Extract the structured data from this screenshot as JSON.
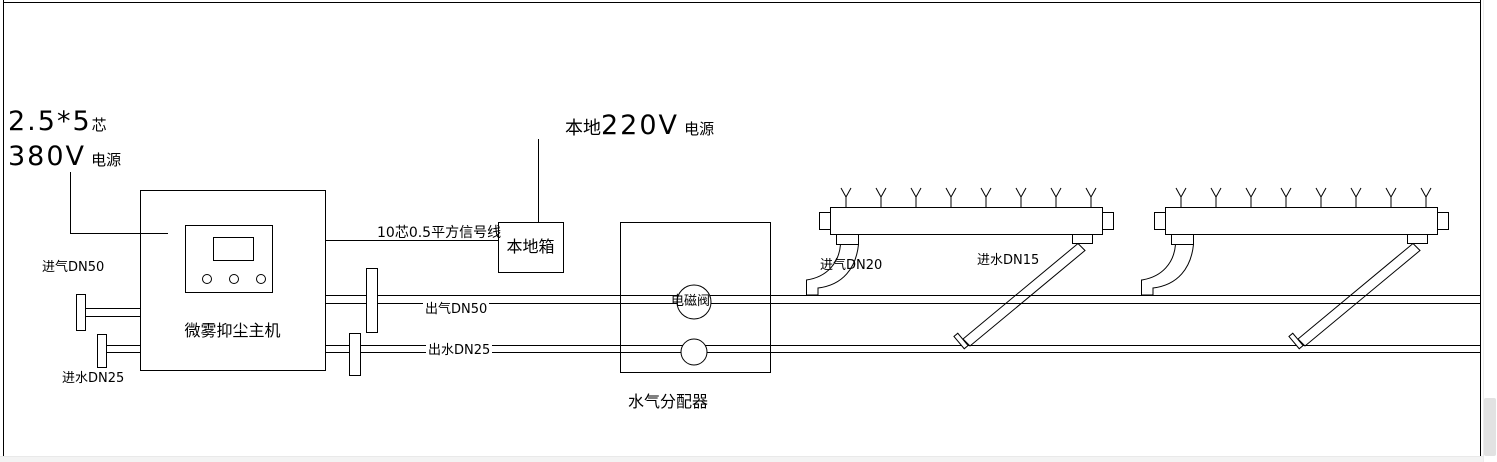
{
  "colors": {
    "line": "#000000",
    "background": "#ffffff"
  },
  "labels": {
    "power_left": {
      "line1_big": "2.5*5",
      "line1_small": "芯",
      "line2_big": "380V",
      "line2_small": "电源"
    },
    "power_top": {
      "prefix": "本地",
      "big": "220V",
      "small": "电源"
    },
    "signal_line": "10芯0.5平方信号线",
    "local_box": "本地箱",
    "main_unit": "微雾抑尘主机",
    "inlet_air": "进气DN50",
    "inlet_water": "进水DN25",
    "outlet_air": "出气DN50",
    "outlet_water": "出水DN25",
    "solenoid_valve": "电磁阀",
    "distributor": "水气分配器",
    "branch_air": "进气DN20",
    "branch_water": "进水DN15"
  }
}
